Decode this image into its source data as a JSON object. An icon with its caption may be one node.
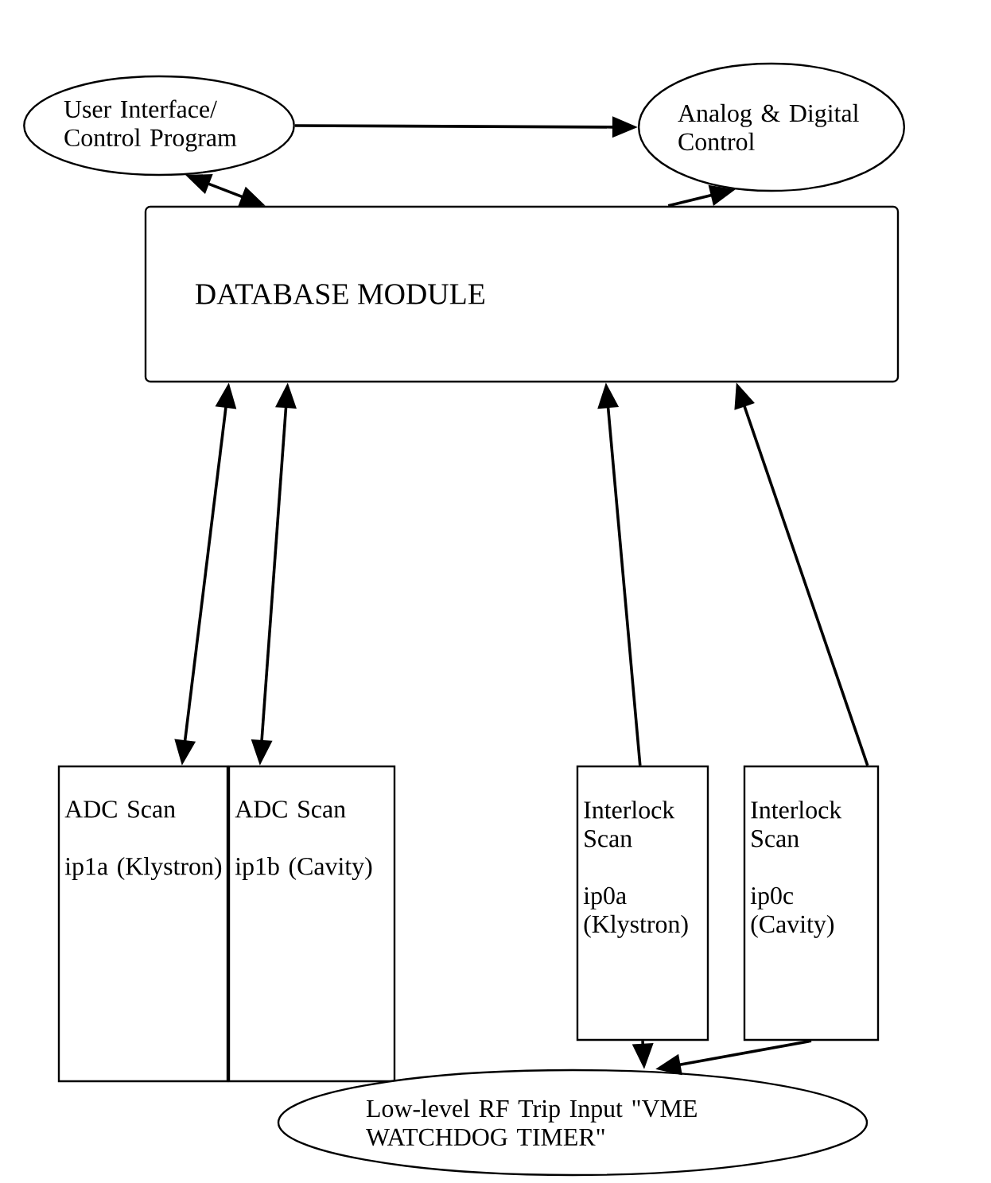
{
  "diagram": {
    "nodes": [
      {
        "text": [
          "User Interface/ Control Program"
        ]
      },
      {
        "text": [
          "Analog & Digital Control"
        ]
      },
      {
        "text": [
          "DATABASE MODULE"
        ]
      },
      {
        "text": [
          "ADC Scan",
          "ip1a (Klystron)"
        ]
      },
      {
        "text": [
          "ADC Scan",
          "ip1b (Cavity)"
        ]
      },
      {
        "text": [
          "Interlock Scan",
          "ip0a (Klystron)"
        ]
      },
      {
        "text": [
          "Interlock Scan",
          "ip0c (Cavity)"
        ]
      },
      {
        "text": [
          "Low-level RF Trip Input \"VME WATCHDOG TIMER\""
        ]
      }
    ],
    "edges": [
      {
        "from": 0,
        "to": 1,
        "arrow": "to"
      },
      {
        "from": 0,
        "to": 2,
        "arrow": "both"
      },
      {
        "from": 2,
        "to": 1,
        "arrow": "to"
      },
      {
        "from": 2,
        "to": 3,
        "arrow": "both"
      },
      {
        "from": 2,
        "to": 4,
        "arrow": "both"
      },
      {
        "from": 5,
        "to": 2,
        "arrow": "to"
      },
      {
        "from": 6,
        "to": 2,
        "arrow": "to"
      },
      {
        "from": 5,
        "to": 7,
        "arrow": "to"
      },
      {
        "from": 6,
        "to": 7,
        "arrow": "to"
      }
    ]
  }
}
